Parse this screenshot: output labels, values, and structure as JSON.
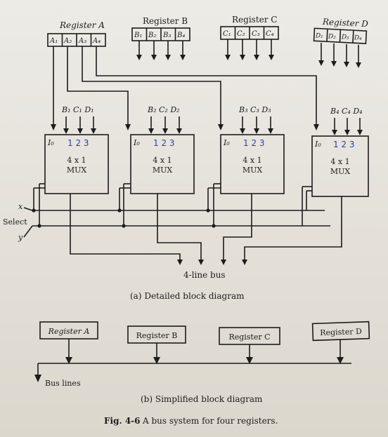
{
  "detailed": {
    "registers": [
      {
        "label": "Register A",
        "cells": [
          "A₁",
          "A₂",
          "A₃",
          "A₄"
        ]
      },
      {
        "label": "Register B",
        "cells": [
          "B₁",
          "B₂",
          "B₃",
          "B₄"
        ]
      },
      {
        "label": "Register C",
        "cells": [
          "C₁",
          "C₂",
          "C₃",
          "C₄"
        ]
      },
      {
        "label": "Register D",
        "cells": [
          "D₁",
          "D₂",
          "D₃",
          "D₄"
        ]
      }
    ],
    "muxes": [
      {
        "inputs": "B₁  C₁  D₁",
        "i0": "I₀",
        "handwritten": "1 2 3",
        "type": "4 x 1",
        "name": "MUX"
      },
      {
        "inputs": "B₂  C₂  D₂",
        "i0": "I₀",
        "handwritten": "1 2 3",
        "type": "4 x 1",
        "name": "MUX"
      },
      {
        "inputs": "B₃  C₃  D₃",
        "i0": "I₀",
        "handwritten": "1 2 3",
        "type": "4 x 1",
        "name": "MUX"
      },
      {
        "inputs": "B₄  C₄  D₄",
        "i0": "I₀",
        "handwritten": "1 2 3",
        "type": "4 x 1",
        "name": "MUX"
      }
    ],
    "select_x": "x",
    "select_label": "Select",
    "select_y": "y",
    "bus_label": "4-line bus",
    "caption": "(a) Detailed block diagram"
  },
  "simplified": {
    "registers": [
      "Register A",
      "Register B",
      "Register C",
      "Register D"
    ],
    "bus_label": "Bus lines",
    "caption": "(b) Simplified block diagram"
  },
  "figure": {
    "number": "Fig. 4-6",
    "title": "A bus system for four registers."
  }
}
